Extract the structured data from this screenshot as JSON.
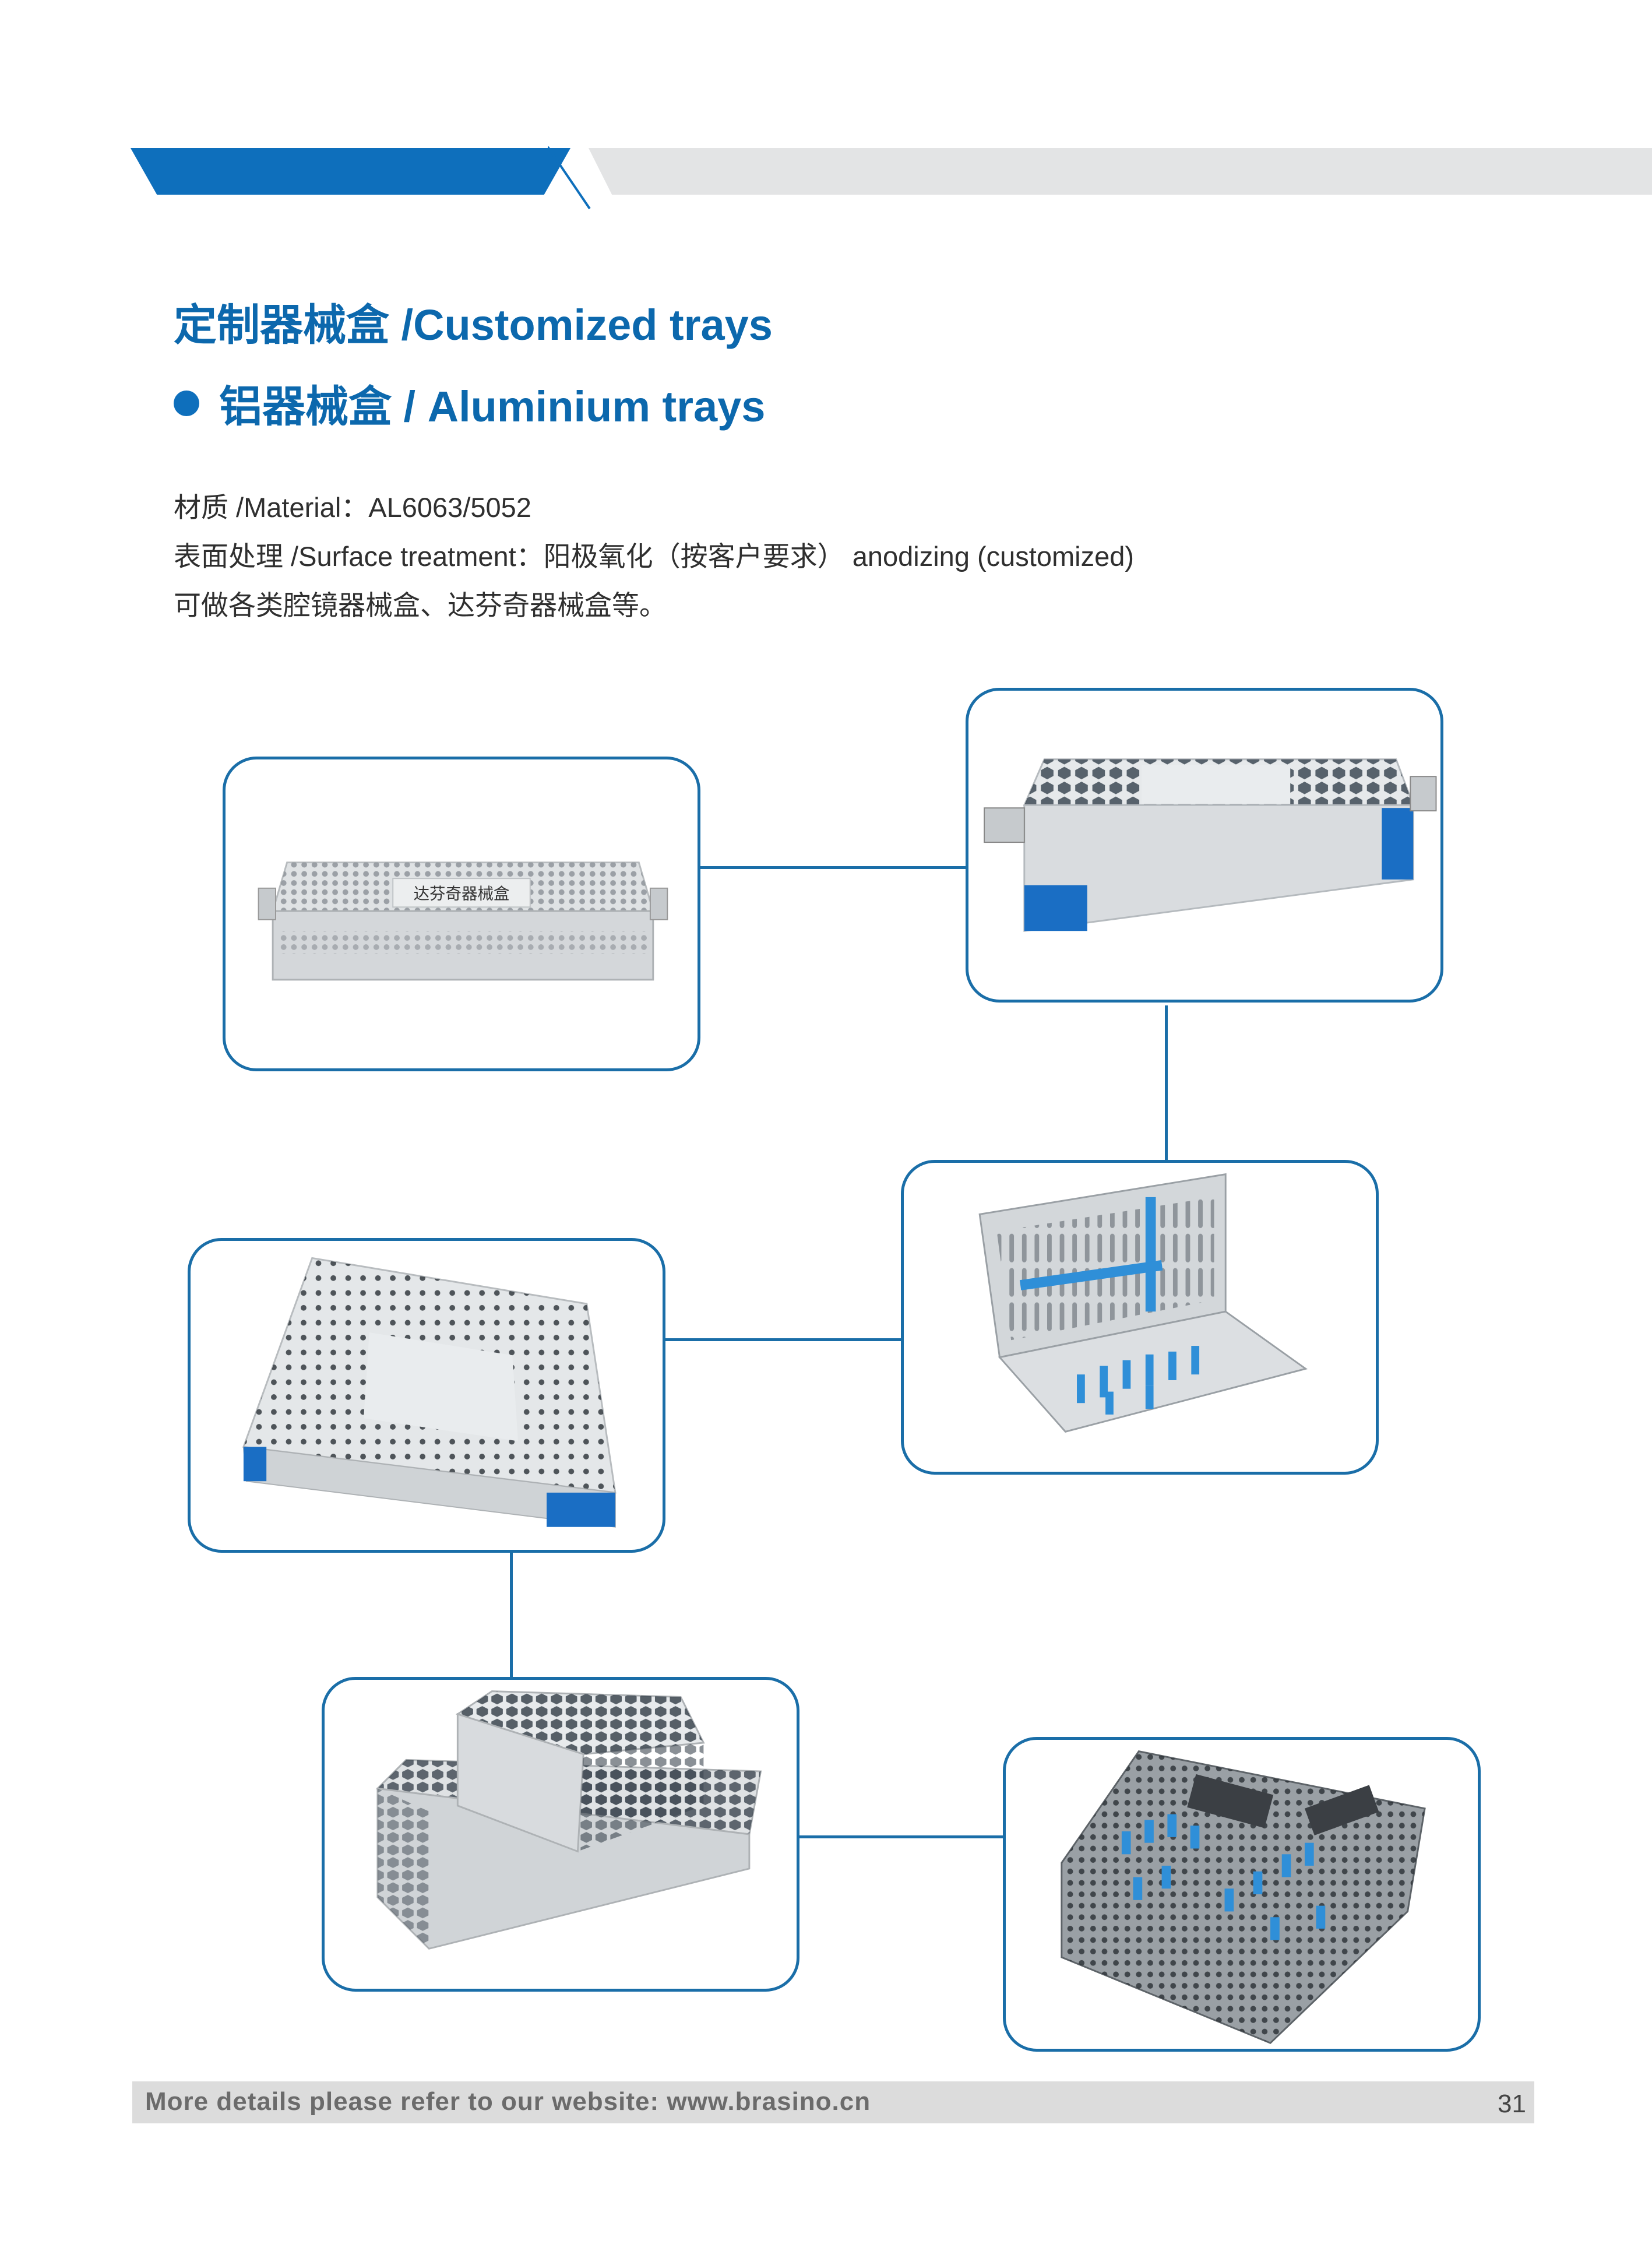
{
  "title": "定制器械盒 /Customized trays",
  "subtitle": "铝器械盒 / Aluminium trays",
  "spec": {
    "material": "材质 /Material：AL6063/5052",
    "surface": "表面处理 /Surface treatment：阳极氧化（按客户要求） anodizing (customized)",
    "usage": "可做各类腔镜器械盒、达芬奇器械盒等。"
  },
  "images": {
    "tray_1_label": "达芬奇器械盒"
  },
  "footer": {
    "text": "More details please refer to our website: www.brasino.cn",
    "page_number": "31"
  },
  "colors": {
    "accent": "#0e6fbc",
    "title": "#0c68ad",
    "card_border": "#1a6ea8",
    "band_gray": "#e3e4e5"
  }
}
